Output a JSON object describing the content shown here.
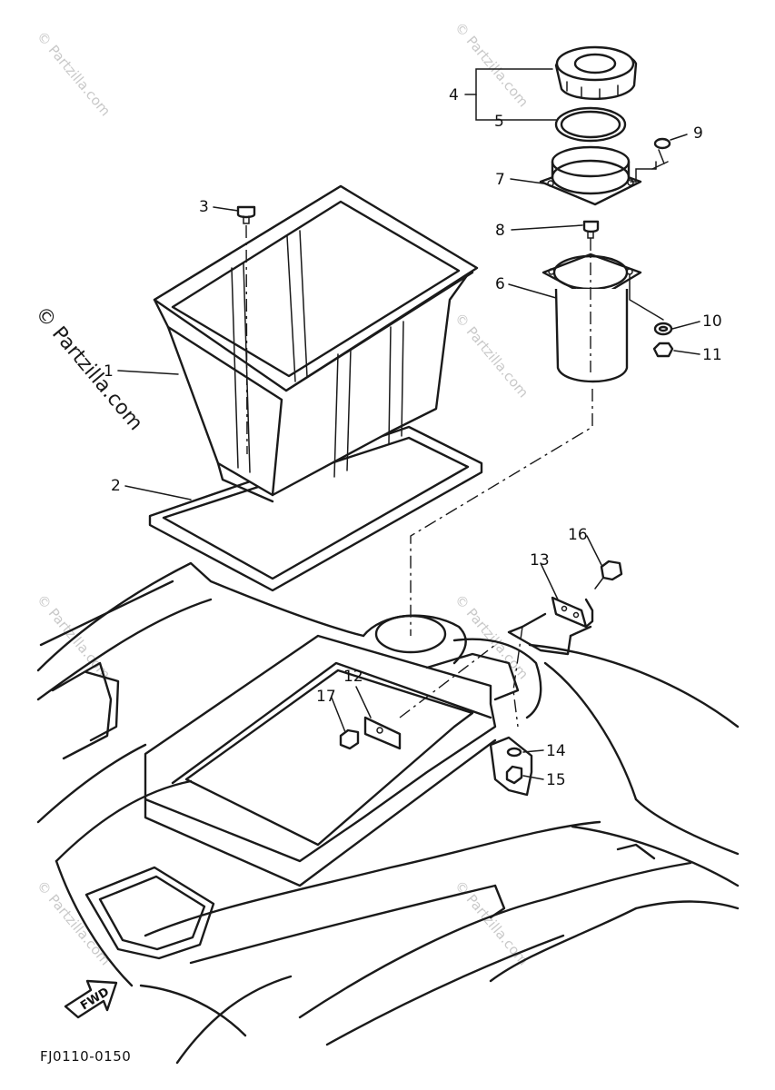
{
  "watermark": {
    "text": "© Partzilla.com",
    "prominent_text": "© Partzilla.com"
  },
  "diagram_code": "FJ0110-0150",
  "direction_label": "FWD",
  "callouts": [
    "1",
    "2",
    "3",
    "4",
    "5",
    "6",
    "7",
    "8",
    "9",
    "10",
    "11",
    "12",
    "13",
    "14",
    "15",
    "16",
    "17"
  ]
}
